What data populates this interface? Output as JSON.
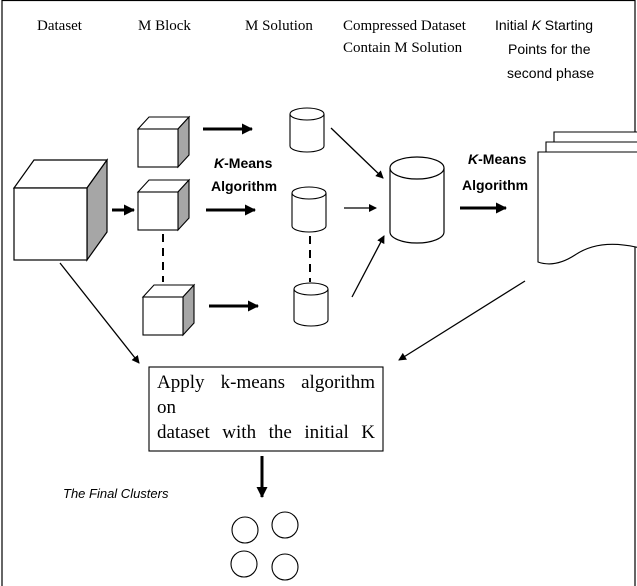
{
  "headers": {
    "dataset": "Dataset",
    "m_block": "M Block",
    "m_solution": "M Solution",
    "compressed_line1": "Compressed Dataset",
    "compressed_line2": "Contain M Solution",
    "initial_k_line1_pre": "Initial ",
    "initial_k_line1_k": "K",
    "initial_k_line1_post": " Starting",
    "initial_k_line2": "Points for the",
    "initial_k_line3": "second phase"
  },
  "algorithm_label_1": {
    "k": "K",
    "rest": "-Means",
    "line2": "Algorithm"
  },
  "algorithm_label_2": {
    "k": "K",
    "rest": "-Means",
    "line2": "Algorithm"
  },
  "apply_box": {
    "line1": "Apply k-means algorithm on",
    "line2": "dataset with the initial K"
  },
  "final_clusters_label": "The Final Clusters"
}
